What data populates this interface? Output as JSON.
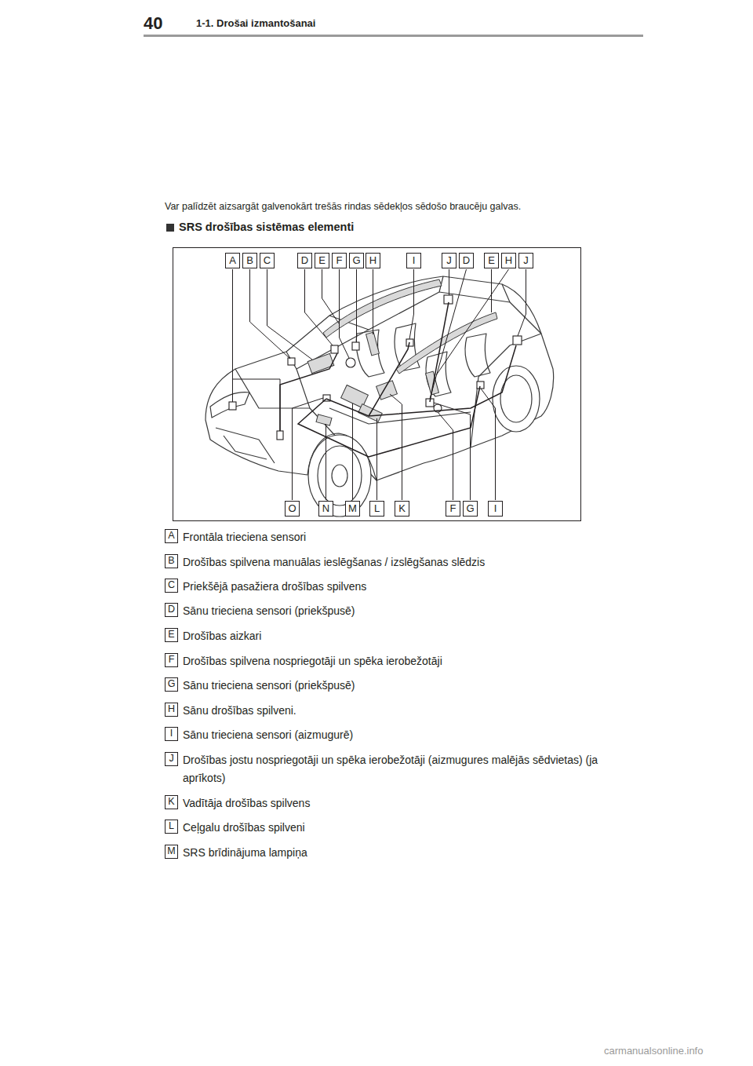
{
  "diagram": {
    "title": "SRS drošības sistēmas elementi",
    "nodes": [
      {
        "text": [
          "A"
        ]
      },
      {
        "text": [
          "B"
        ]
      },
      {
        "text": [
          "C"
        ]
      },
      {
        "text": [
          "D"
        ]
      },
      {
        "text": [
          "E"
        ]
      },
      {
        "text": [
          "F"
        ]
      },
      {
        "text": [
          "G"
        ]
      },
      {
        "text": [
          "H"
        ]
      },
      {
        "text": [
          "I"
        ]
      },
      {
        "text": [
          "J"
        ]
      },
      {
        "text": [
          "D"
        ]
      },
      {
        "text": [
          "E"
        ]
      },
      {
        "text": [
          "H"
        ]
      },
      {
        "text": [
          "J"
        ]
      },
      {
        "text": [
          "O"
        ]
      },
      {
        "text": [
          "N"
        ]
      },
      {
        "text": [
          "M"
        ]
      },
      {
        "text": [
          "L"
        ]
      },
      {
        "text": [
          "K"
        ]
      },
      {
        "text": [
          "F"
        ]
      },
      {
        "text": [
          "G"
        ]
      },
      {
        "text": [
          "I"
        ]
      },
      {
        "text": [
          "A"
        ]
      },
      {
        "text": [
          "B"
        ]
      },
      {
        "text": [
          "C"
        ]
      },
      {
        "text": [
          "D"
        ]
      },
      {
        "text": [
          "E"
        ]
      },
      {
        "text": [
          "F"
        ]
      },
      {
        "text": [
          "G"
        ]
      },
      {
        "text": [
          "H"
        ]
      },
      {
        "text": [
          "I"
        ]
      },
      {
        "text": [
          "J"
        ]
      },
      {
        "text": [
          "K"
        ]
      },
      {
        "text": [
          "L"
        ]
      },
      {
        "text": [
          "M"
        ]
      }
    ],
    "labels": [
      "40",
      "1-1. Drošai izmantošanai",
      "Var palīdzēt aizsargāt galvenokārt trešās rindas sēdekļos sēdošo braucēju galvas.",
      "Frontāla trieciena sensori",
      "Drošības spilvena manuālas ieslēgšanas / izslēgšanas slēdzis",
      "Priekšējā pasažiera drošības spilvens",
      "Sānu trieciena sensori (priekšpusē)",
      "Drošības aizkari",
      "Drošības spilvena nospriegotāji un spēka ierobežotāji",
      "Sānu trieciena sensori (priekšpusē)",
      "Sānu drošības spilveni.",
      "Sānu trieciena sensori (aizmugurē)",
      "Drošības jostu nospriegotāji un spēka ierobežotāji (aizmugures malējās sēdvietas) (ja aprīkots)",
      "Vadītāja drošības spilvens",
      "Ceļgalu drošības spilveni",
      "SRS brīdinājuma lampiņa",
      "carmanualsonline.info"
    ]
  }
}
